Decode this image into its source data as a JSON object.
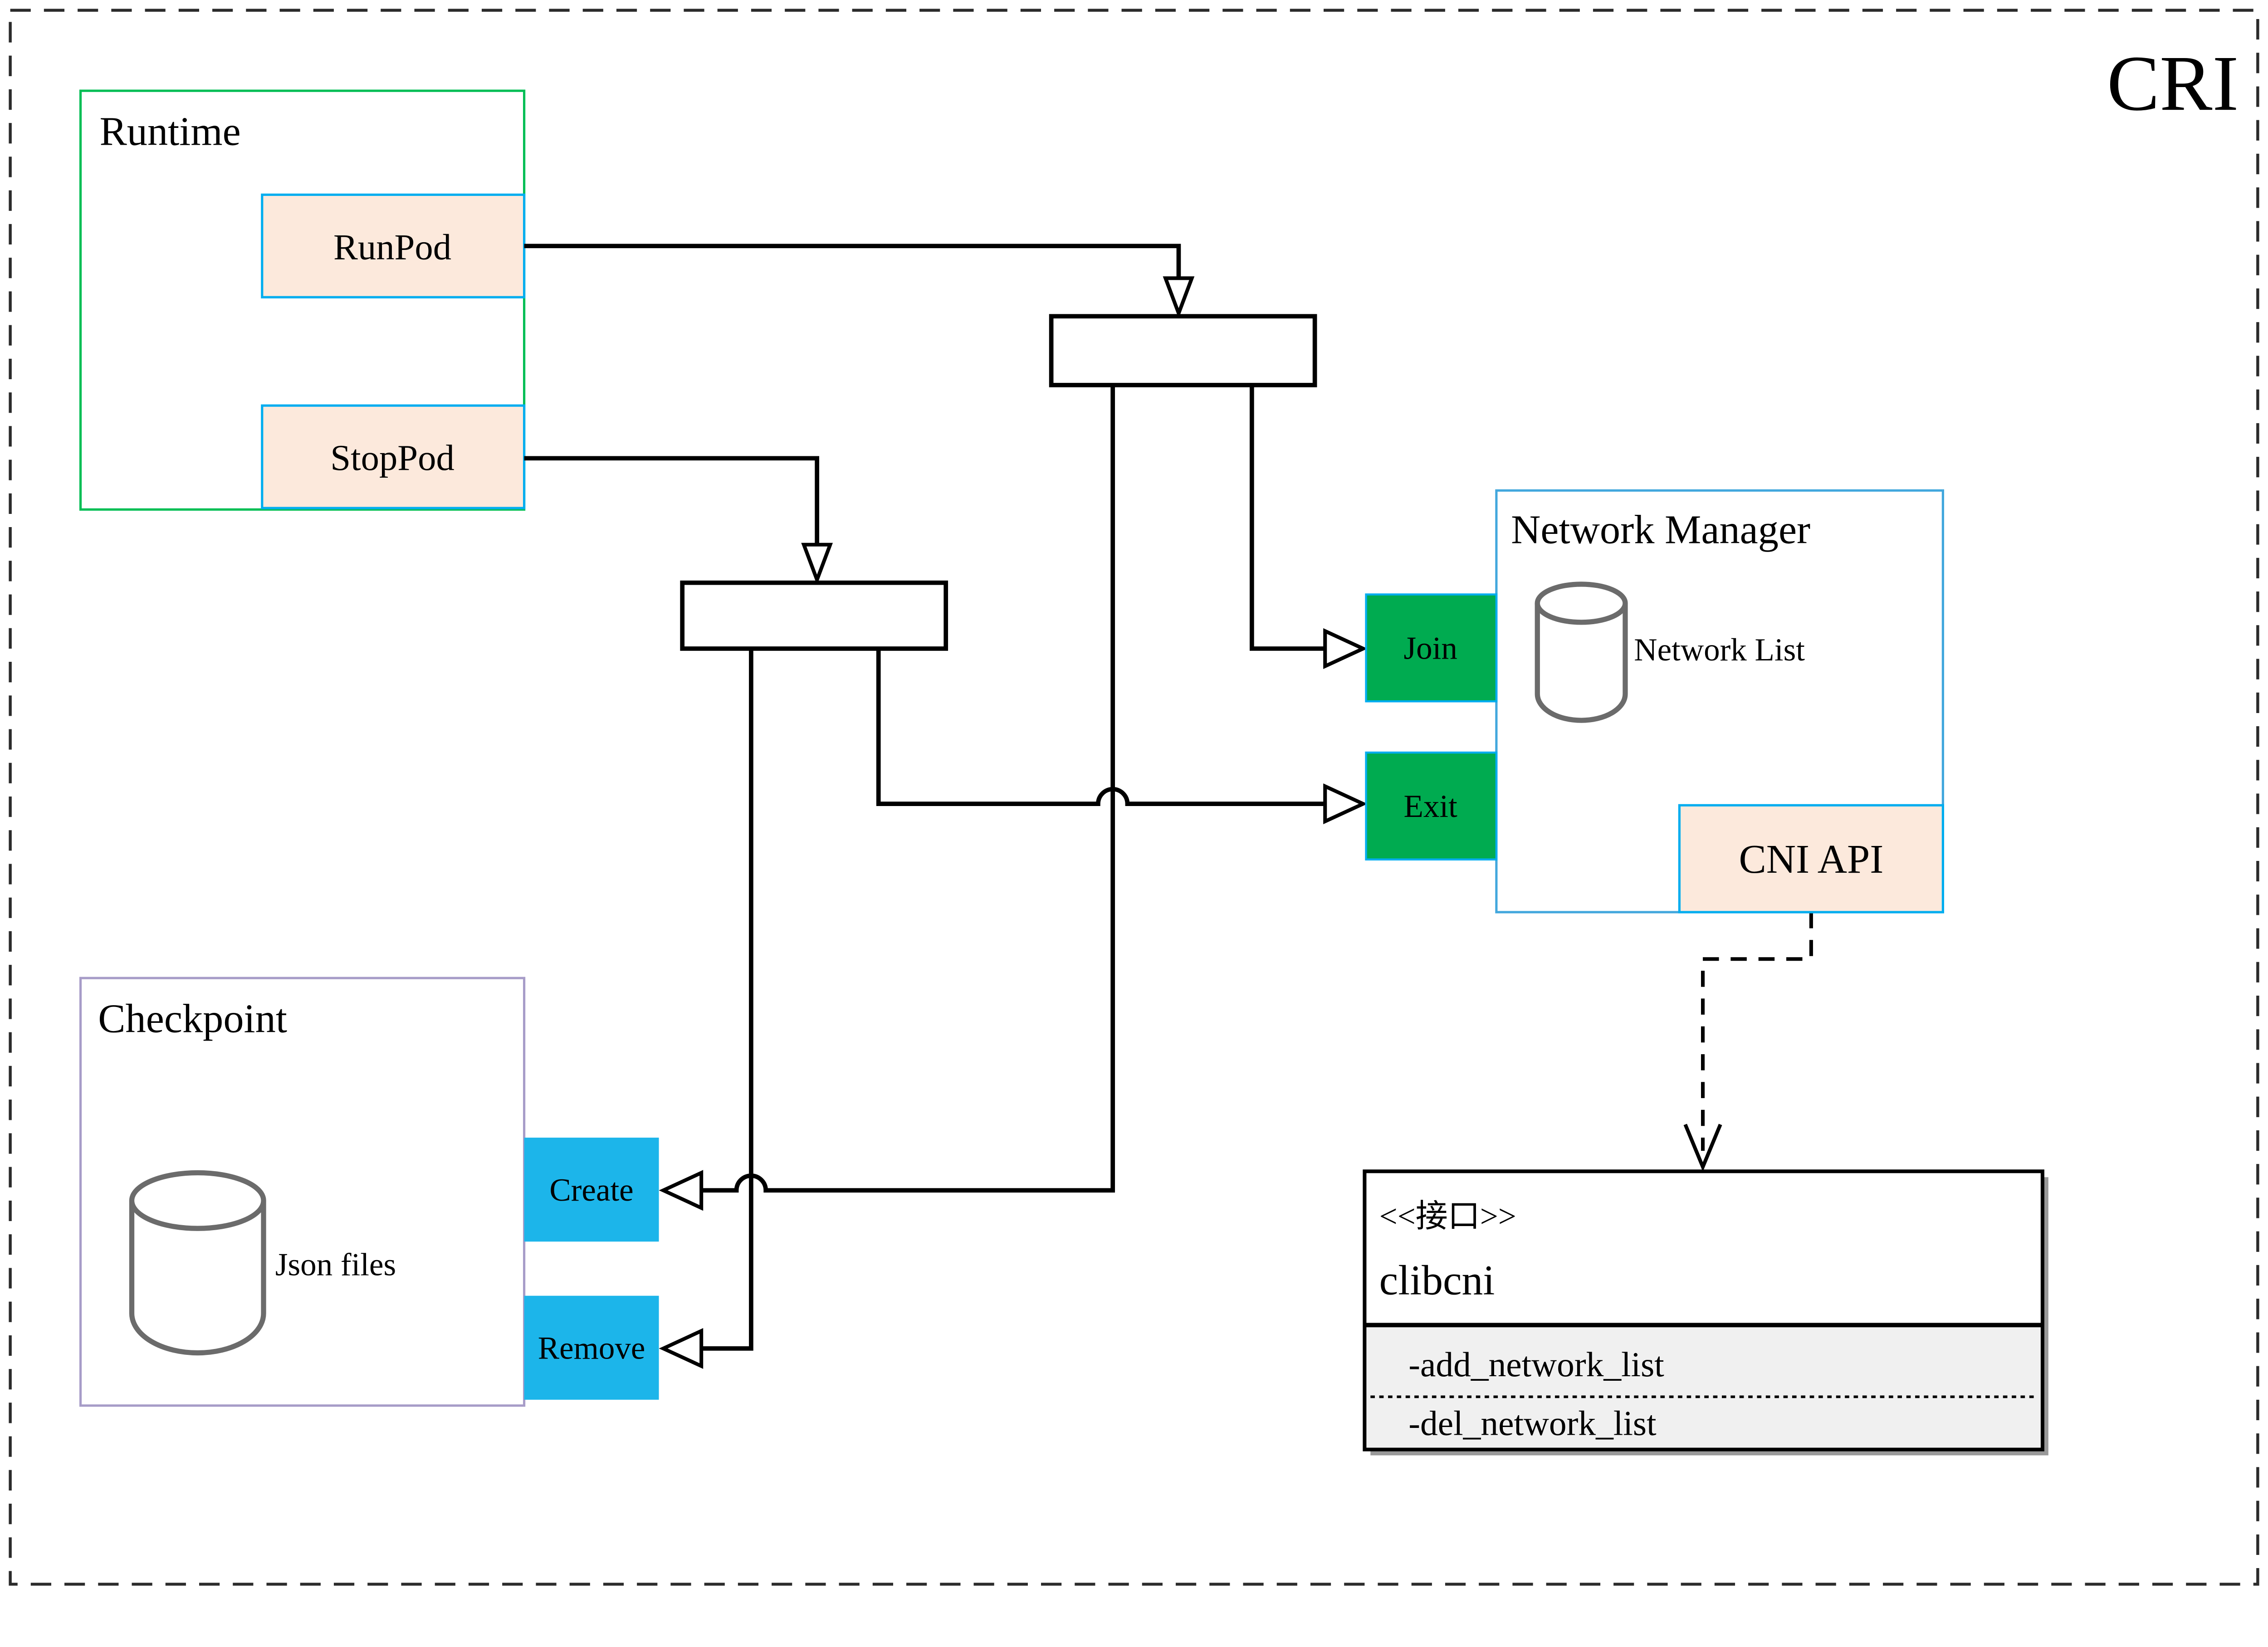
{
  "title": {
    "label": "CRI"
  },
  "runtime": {
    "label": "Runtime",
    "run_pod": "RunPod",
    "stop_pod": "StopPod"
  },
  "network_manager": {
    "label": "Network Manager",
    "datastore_label": "Network List",
    "join": "Join",
    "exit": "Exit",
    "cni_api": "CNI API"
  },
  "checkpoint": {
    "label": "Checkpoint",
    "datastore_label": "Json files",
    "create": "Create",
    "remove": "Remove"
  },
  "clibcni": {
    "stereotype": "<<接口>>",
    "name": "clibcni",
    "methods": [
      "-add_network_list",
      "-del_network_list"
    ]
  },
  "colors": {
    "title_gold": "#8a6d0e",
    "runtime_border_green": "#00be55",
    "peach_fill": "#fce9dc",
    "blue_border": "#00adef",
    "nm_border_blue": "#42a7dd",
    "green_fill": "#00ab50",
    "cyan_fill": "#1cb5ea",
    "checkpoint_border_purple": "#a79cc8",
    "white": "#ffffff",
    "methods_bg_gray": "#f0f0f0",
    "shadow_gray": "#999999"
  }
}
